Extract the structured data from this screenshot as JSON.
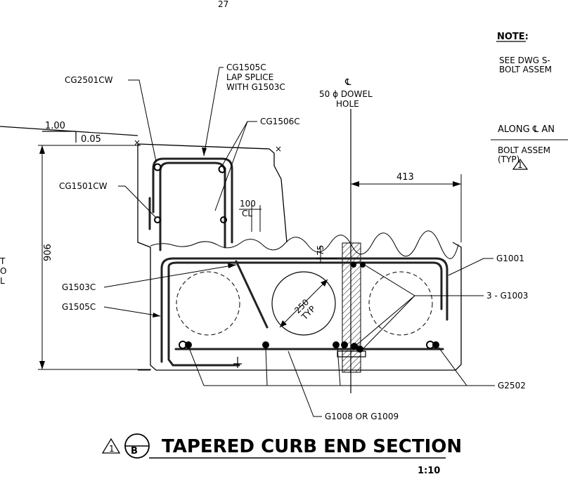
{
  "page_number": "27",
  "note": {
    "heading": "NOTE:",
    "line1": "SEE DWG S-",
    "line2": "BOLT ASSEM",
    "line3": "ALONG ℄ AN",
    "line4": "BOLT ASSEM",
    "line5": "(TYP)"
  },
  "slope": {
    "run": "1.00",
    "rise": "0.05"
  },
  "dims": {
    "height": "906",
    "width_413": "413",
    "cl_100": "100",
    "cl_label": "CL",
    "small_75": "75",
    "dia_250": "250",
    "typ": "TYP"
  },
  "centerline": {
    "symbol": "℄",
    "line1": "50 ϕ DOWEL",
    "line2": "HOLE"
  },
  "callouts": {
    "cg2501cw": "CG2501CW",
    "cg1505c_1": "CG1505C",
    "cg1505c_2": "LAP SPLICE",
    "cg1505c_3": "WITH G1503C",
    "cg1506c": "CG1506C",
    "cg1501cw": "CG1501CW",
    "g1503c": "G1503C",
    "g1505c": "G1505C",
    "g1001": "G1001",
    "g1003": "3 - G1003",
    "g2502": "G2502",
    "g1008": "G1008 OR G1009"
  },
  "left_edge_text": [
    "T",
    "O",
    "L"
  ],
  "title": {
    "rev": "1",
    "section_letter": "B",
    "text": "TAPERED CURB END SECTION",
    "scale": "1:10"
  }
}
